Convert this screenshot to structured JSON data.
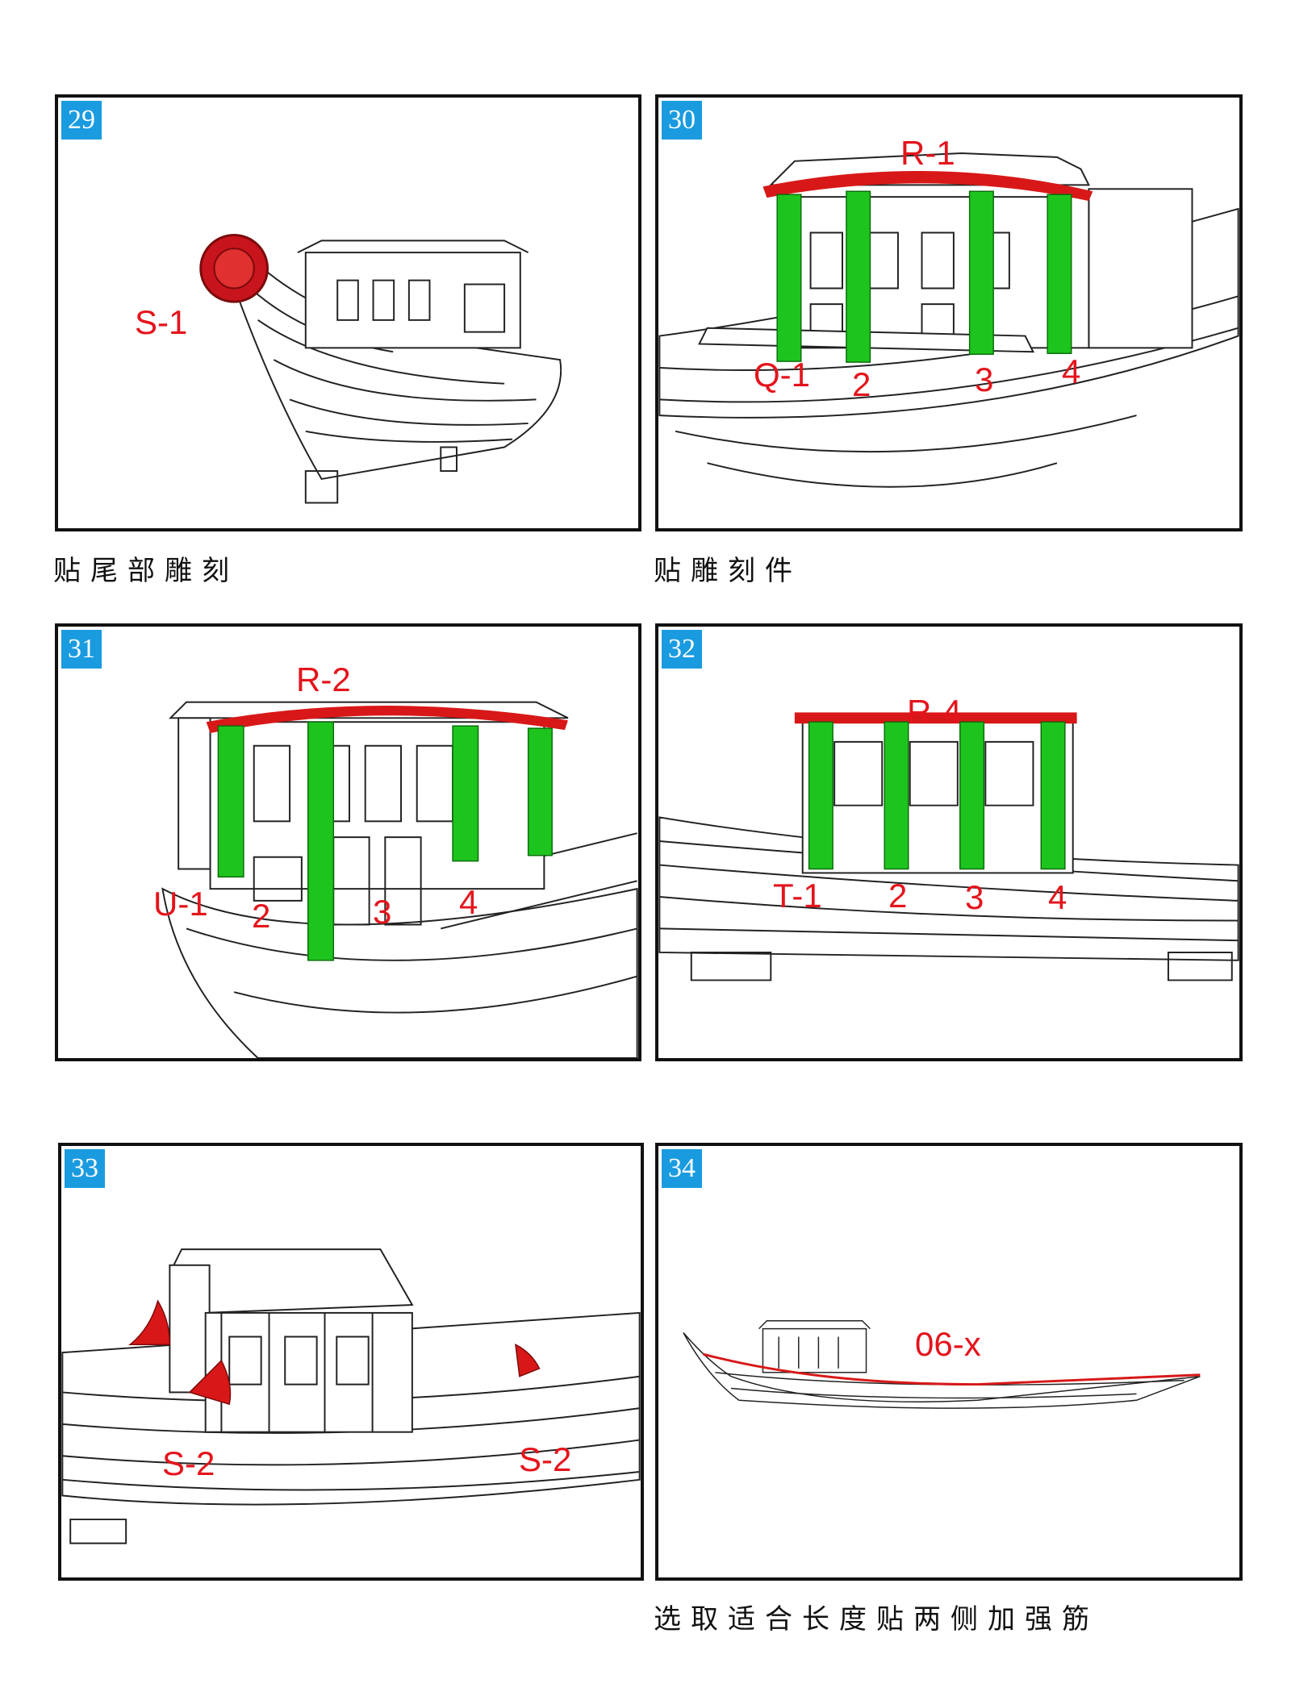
{
  "steps": [
    {
      "number": "29",
      "caption": "贴尾部雕刻",
      "labels": [
        "S-1"
      ]
    },
    {
      "number": "30",
      "caption": "贴雕刻件",
      "labels": [
        "R-1",
        "Q-1",
        "2",
        "3",
        "4"
      ]
    },
    {
      "number": "31",
      "caption": "",
      "labels": [
        "R-2",
        "U-1",
        "2",
        "3",
        "4"
      ]
    },
    {
      "number": "32",
      "caption": "",
      "labels": [
        "R-4",
        "T-1",
        "2",
        "3",
        "4"
      ]
    },
    {
      "number": "33",
      "caption": "",
      "labels": [
        "S-2",
        "S-2"
      ]
    },
    {
      "number": "34",
      "caption": "选取适合长度贴两侧加强筋",
      "labels": [
        "06-x"
      ]
    }
  ],
  "colors": {
    "badge": "#1a9be0",
    "label": "#e4141c",
    "highlight_green": "#1ec41e",
    "highlight_red": "#d81818"
  }
}
